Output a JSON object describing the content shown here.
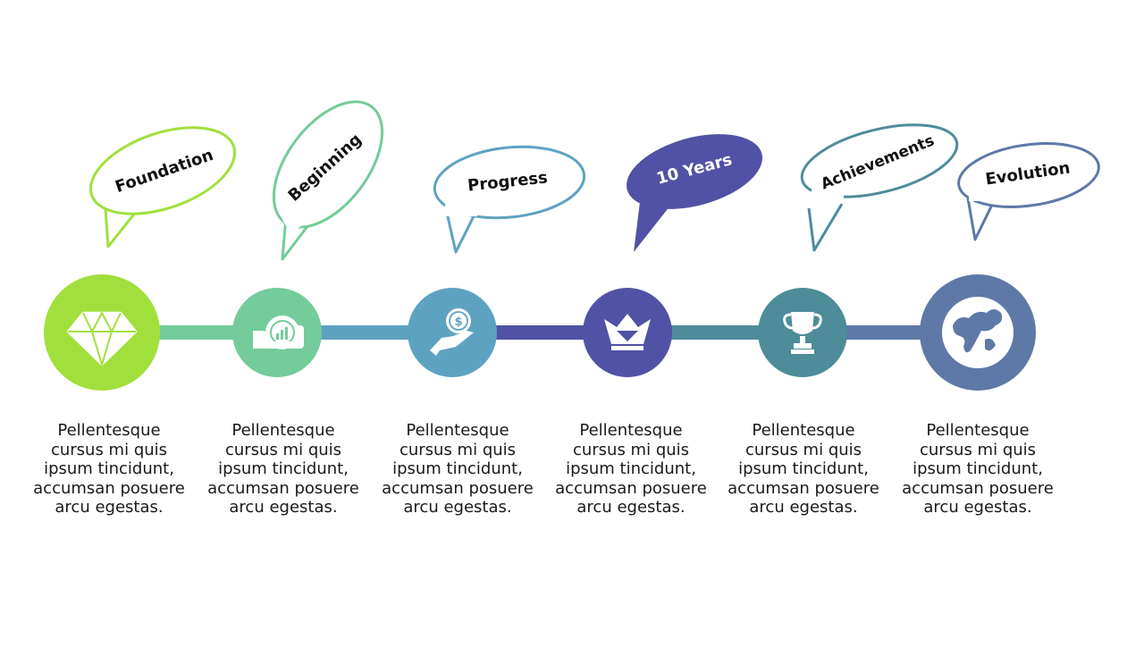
{
  "timeline": {
    "steps": [
      {
        "title": "Foundation",
        "icon": "diamond-icon",
        "color": "#a1e03c",
        "bubble_style": "outline",
        "description": "Pellentesque cursus mi quis ipsum tincidunt, accumsan posuere arcu egestas."
      },
      {
        "title": "Beginning",
        "icon": "hand-coins-icon",
        "color": "#73cc99",
        "bubble_style": "outline",
        "description": "Pellentesque cursus mi quis ipsum tincidunt, accumsan posuere arcu egestas."
      },
      {
        "title": "Progress",
        "icon": "hand-dollar-coin-icon",
        "color": "#5ea2c2",
        "bubble_style": "outline",
        "description": "Pellentesque cursus mi quis ipsum tincidunt, accumsan posuere arcu egestas."
      },
      {
        "title": "10 Years",
        "icon": "crown-icon",
        "color": "#5152a5",
        "bubble_style": "filled",
        "description": "Pellentesque cursus mi quis ipsum tincidunt, accumsan posuere arcu egestas."
      },
      {
        "title": "Achievements",
        "icon": "trophy-icon",
        "color": "#4e8c9a",
        "bubble_style": "outline",
        "description": "Pellentesque cursus mi quis ipsum tincidunt, accumsan posuere arcu egestas."
      },
      {
        "title": "Evolution",
        "icon": "globe-icon",
        "color": "#5e79a8",
        "bubble_style": "outline",
        "description": "Pellentesque cursus mi quis ipsum tincidunt, accumsan posuere arcu egestas."
      }
    ],
    "connector_colors": [
      "#73cc99",
      "#5ea2c2",
      "#5152a5",
      "#4e8c9a",
      "#5e79a8"
    ]
  }
}
